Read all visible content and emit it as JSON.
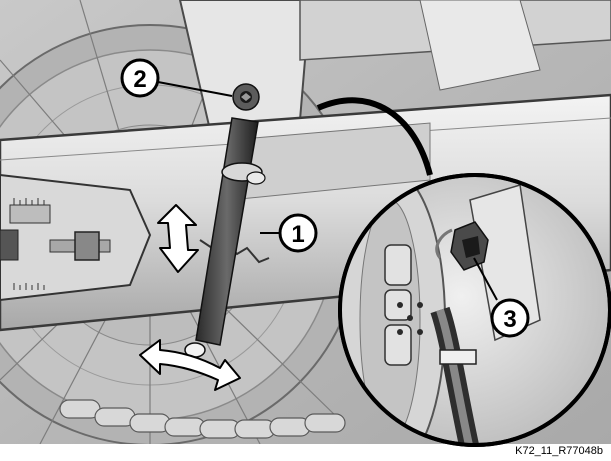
{
  "figure": {
    "reference_code": "K72_11_R77048b",
    "callouts": [
      {
        "id": "callout-1",
        "label": "1"
      },
      {
        "id": "callout-2",
        "label": "2"
      },
      {
        "id": "callout-3",
        "label": "3"
      }
    ]
  }
}
